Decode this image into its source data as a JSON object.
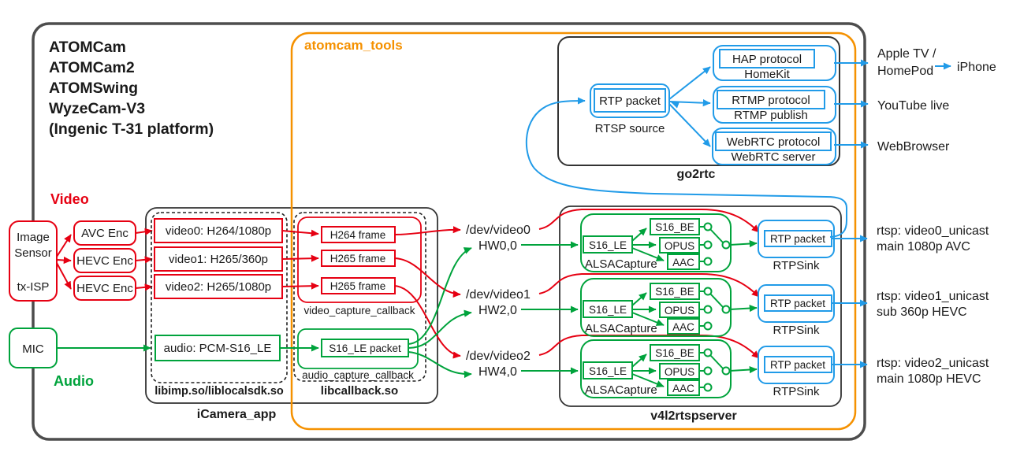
{
  "colors": {
    "red": "#e60012",
    "green": "#00a33c",
    "blue": "#219be8",
    "orange": "#f59100",
    "dark": "#4d4d4d"
  },
  "title": {
    "models": [
      "ATOMCam",
      "ATOMCam2",
      "ATOMSwing",
      "WyzeCam-V3",
      "(Ingenic T-31 platform)"
    ]
  },
  "sections": {
    "atomcam_tools": "atomcam_tools",
    "video": "Video",
    "audio": "Audio",
    "icamera_app": "iCamera_app",
    "libimp": "libimp.so/liblocalsdk.so",
    "libcallback": "libcallback.so",
    "video_cb": "video_capture_callback",
    "audio_cb": "audio_capture_callback",
    "go2rtc": "go2rtc",
    "v4l2": "v4l2rtspserver"
  },
  "source": {
    "image_sensor_l1": "Image",
    "image_sensor_l2": "Sensor",
    "image_sensor_l3": "tx-ISP",
    "mic": "MIC",
    "enc0": "AVC Enc",
    "enc1": "HEVC Enc",
    "enc2": "HEVC Enc"
  },
  "channels": {
    "video0": "video0: H264/1080p",
    "video1": "video1: H265/360p",
    "video2": "video2: H265/1080p",
    "audio": "audio: PCM-S16_LE"
  },
  "frames": {
    "f0": "H264 frame",
    "f1": "H265 frame",
    "f2": "H265 frame",
    "audio_packet": "S16_LE packet"
  },
  "devices": [
    {
      "dev": "/dev/video0",
      "hw": "HW0,0"
    },
    {
      "dev": "/dev/video1",
      "hw": "HW2,0"
    },
    {
      "dev": "/dev/video2",
      "hw": "HW4,0"
    }
  ],
  "alsa": {
    "label": "ALSACapture",
    "input": "S16_LE",
    "codecs": [
      "S16_BE",
      "OPUS",
      "AAC"
    ]
  },
  "rtpsink": {
    "label": "RTPSink",
    "packet": "RTP packet"
  },
  "go2rtc": {
    "packet": "RTP packet",
    "source_label": "RTSP source",
    "targets": [
      {
        "protocol": "HAP protocol",
        "service": "HomeKit"
      },
      {
        "protocol": "RTMP protocol",
        "service": "RTMP publish"
      },
      {
        "protocol": "WebRTC protocol",
        "service": "WebRTC server"
      }
    ]
  },
  "endpoints": {
    "apple1": "Apple TV /",
    "apple2": "HomePod",
    "iphone": "iPhone",
    "youtube": "YouTube live",
    "webbrowser": "WebBrowser"
  },
  "rtsp_outputs": [
    {
      "l1": "rtsp: video0_unicast",
      "l2": "main 1080p AVC"
    },
    {
      "l1": "rtsp: video1_unicast",
      "l2": "sub 360p HEVC"
    },
    {
      "l1": "rtsp: video2_unicast",
      "l2": "main 1080p HEVC"
    }
  ]
}
